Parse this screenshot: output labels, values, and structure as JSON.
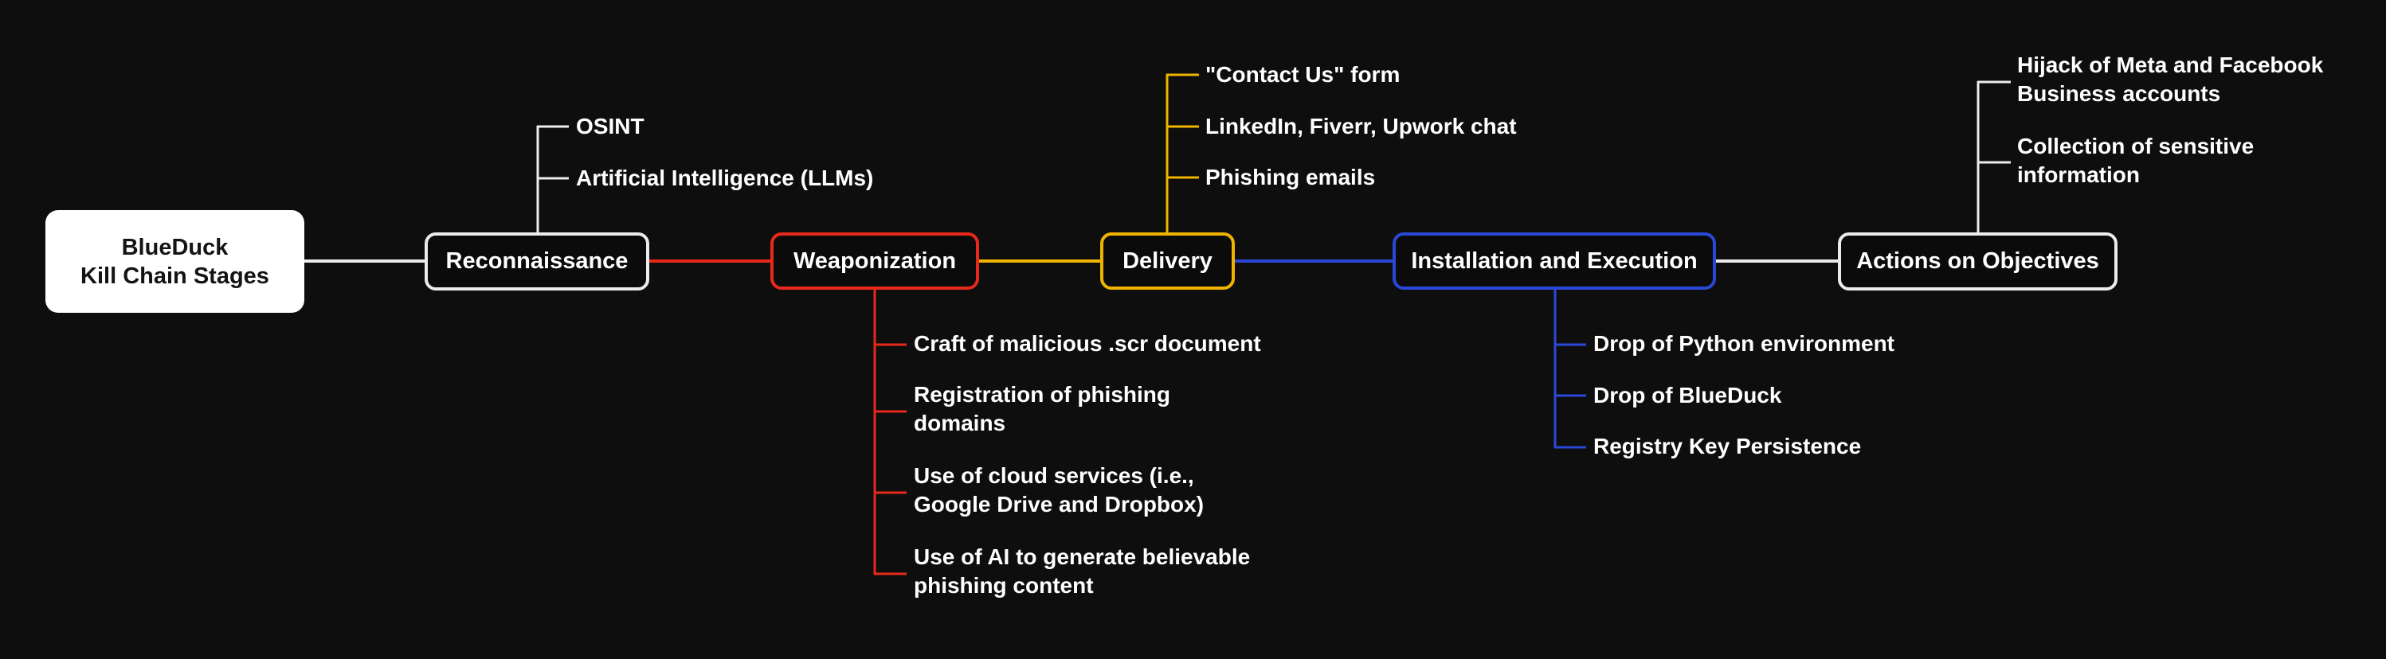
{
  "root": {
    "line1": "BlueDuck",
    "line2": "Kill Chain Stages"
  },
  "colors": {
    "background": "#0e0e0e",
    "white": "#ececec",
    "red": "#e8281b",
    "yellow": "#f0b400",
    "blue": "#2a48d8"
  },
  "stages": [
    {
      "id": "reconnaissance",
      "label": "Reconnaissance",
      "color": "#ececec",
      "items": [
        "OSINT",
        "Artificial Intelligence (LLMs)"
      ]
    },
    {
      "id": "weaponization",
      "label": "Weaponization",
      "color": "#e8281b",
      "items": [
        [
          "Craft of malicious .scr document"
        ],
        [
          "Registration of phishing",
          "domains"
        ],
        [
          "Use of cloud services (i.e.,",
          "Google Drive and Dropbox)"
        ],
        [
          "Use of AI to generate believable",
          "phishing content"
        ]
      ]
    },
    {
      "id": "delivery",
      "label": "Delivery",
      "color": "#f0b400",
      "items": [
        "\"Contact Us\" form",
        "LinkedIn, Fiverr, Upwork chat",
        "Phishing emails"
      ]
    },
    {
      "id": "installation",
      "label": "Installation and Execution",
      "color": "#2a48d8",
      "items": [
        "Drop of Python environment",
        "Drop of BlueDuck",
        "Registry Key Persistence"
      ]
    },
    {
      "id": "actions",
      "label": "Actions on Objectives",
      "color": "#ececec",
      "items": [
        [
          "Hijack of Meta and Facebook",
          "Business accounts"
        ],
        [
          "Collection of sensitive",
          "information"
        ]
      ]
    }
  ]
}
